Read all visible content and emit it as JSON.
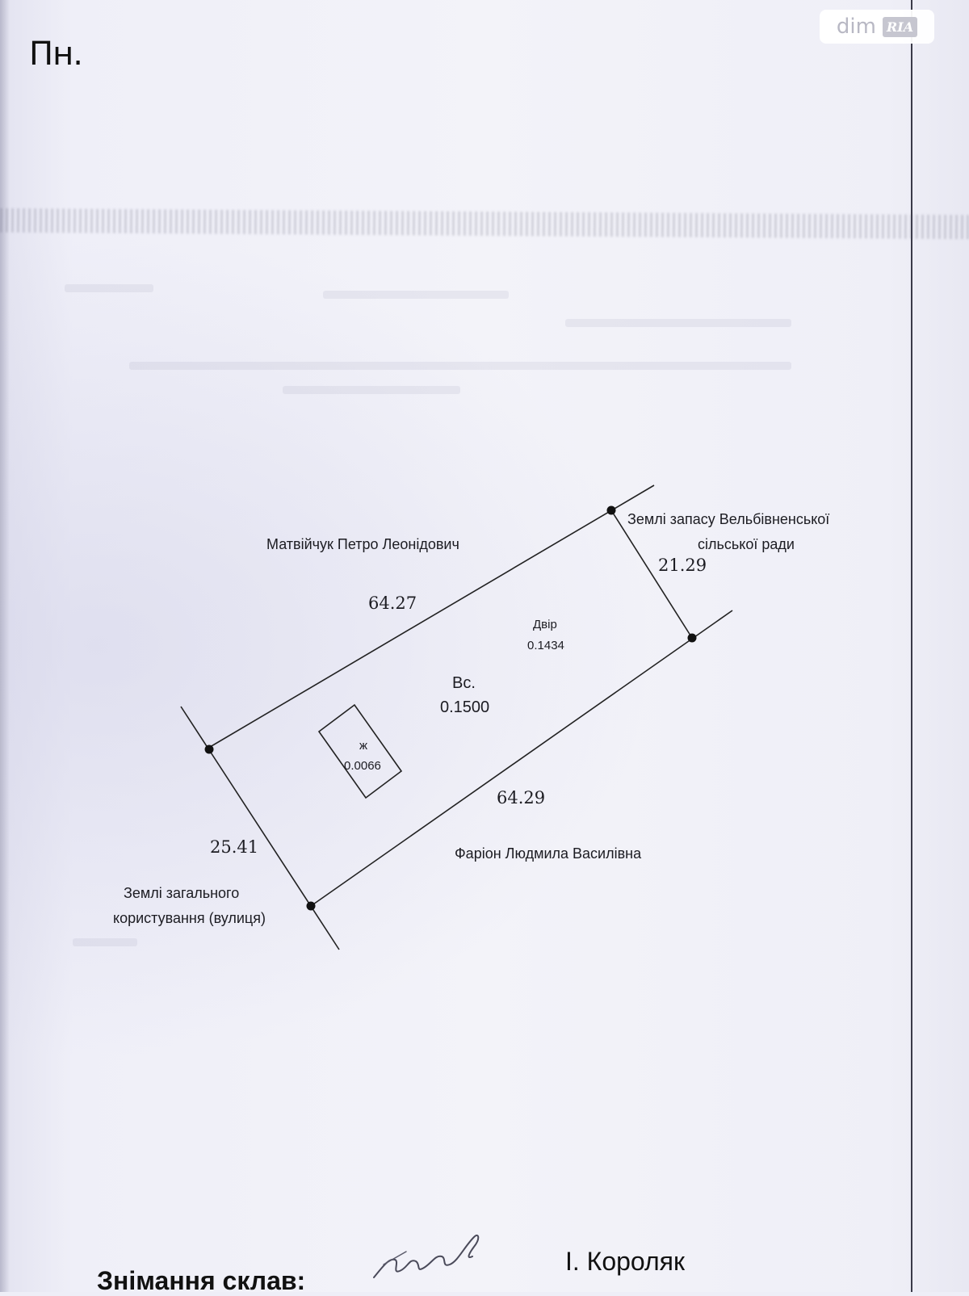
{
  "corner_label": "Пн.",
  "watermark": {
    "word": "dim",
    "badge": "RIA"
  },
  "plan": {
    "neighbor_top": "Матвійчук Петро Леонідович",
    "neighbor_right_line1": "Землі запасу Вельбівненської",
    "neighbor_right_line2": "сільської ради",
    "neighbor_bottom": "Фаріон Людмила Василівна",
    "neighbor_left_line1": "Землі загального",
    "neighbor_left_line2": "користування (вулиця)",
    "side_top": "64.27",
    "side_right": "21.29",
    "side_bottom": "64.29",
    "side_left": "25.41",
    "yard_label": "Двір",
    "yard_area": "0.1434",
    "total_label": "Вс.",
    "total_area": "0.1500",
    "house_label": "ж",
    "house_area": "0.0066"
  },
  "footer": {
    "compiled_label": "Знімання склав:",
    "compiler_name": "І. Короляк"
  }
}
